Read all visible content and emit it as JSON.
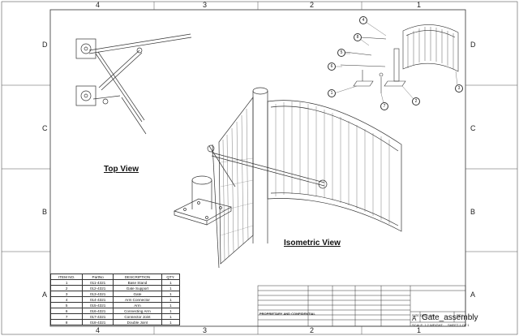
{
  "zones": {
    "columns": [
      "4",
      "3",
      "2",
      "1"
    ],
    "rows": [
      "D",
      "C",
      "B",
      "A"
    ]
  },
  "views": {
    "top_view": "Top View",
    "isometric_view": "Isometric View"
  },
  "bom": {
    "headers": [
      "ITEM NO.",
      "PartNo",
      "DESCRIPTION",
      "QTY."
    ],
    "rows": [
      [
        "1",
        "011-4321",
        "Base Stand",
        "1"
      ],
      [
        "2",
        "012-4321",
        "Gate Support",
        "1"
      ],
      [
        "3",
        "013-4321",
        "Gate",
        "1"
      ],
      [
        "4",
        "014-4321",
        "Arm Connector",
        "1"
      ],
      [
        "5",
        "015-4321",
        "Arm",
        "1"
      ],
      [
        "6",
        "016-4321",
        "Connecting Arm",
        "1"
      ],
      [
        "7",
        "017-4321",
        "Connector Joint",
        "1"
      ],
      [
        "8",
        "018-4321",
        "Double Joint",
        "1"
      ]
    ]
  },
  "balloons": [
    "4",
    "8",
    "5",
    "6",
    "1",
    "2",
    "7",
    "3"
  ],
  "title_block": {
    "doc_number_label": "SIZE DWG. NO.",
    "size": "A",
    "rev_label": "REV",
    "dwg_name": "Gate_assembly",
    "scale": "SCALE: 1:2",
    "weight": "WEIGHT:",
    "sheet": "SHEET 1 OF 1",
    "proprietary_title": "PROPRIETARY AND CONFIDENTIAL"
  }
}
